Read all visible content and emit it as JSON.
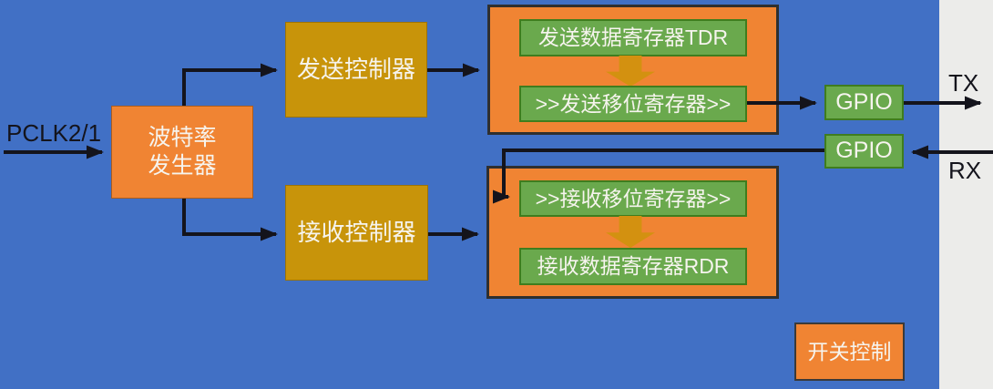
{
  "diagram": {
    "nodes": {
      "baud_generator": {
        "line1": "波特率",
        "line2": "发生器"
      },
      "tx_controller": {
        "label": "发送控制器"
      },
      "rx_controller": {
        "label": "接收控制器"
      },
      "tdr": {
        "label": "发送数据寄存器TDR"
      },
      "tx_shift": {
        "label": ">>发送移位寄存器>>"
      },
      "rx_shift": {
        "label": ">>接收移位寄存器>>"
      },
      "rdr": {
        "label": "接收数据寄存器RDR"
      },
      "gpio_tx": {
        "label": "GPIO"
      },
      "gpio_rx": {
        "label": "GPIO"
      },
      "switch_control": {
        "label": "开关控制"
      }
    },
    "signals": {
      "pclk": "PCLK2/1",
      "tx": "TX",
      "rx": "RX"
    },
    "colors": {
      "background": "#4170c5",
      "orange_box": "#f08433",
      "gold_box": "#c8940a",
      "green_box": "#6aa94d",
      "green_border": "#3f7d1e",
      "block_arrow": "#d39110",
      "wire": "#14141c",
      "side_strip": "#ececea",
      "box_text": "#f6f4ee"
    }
  }
}
